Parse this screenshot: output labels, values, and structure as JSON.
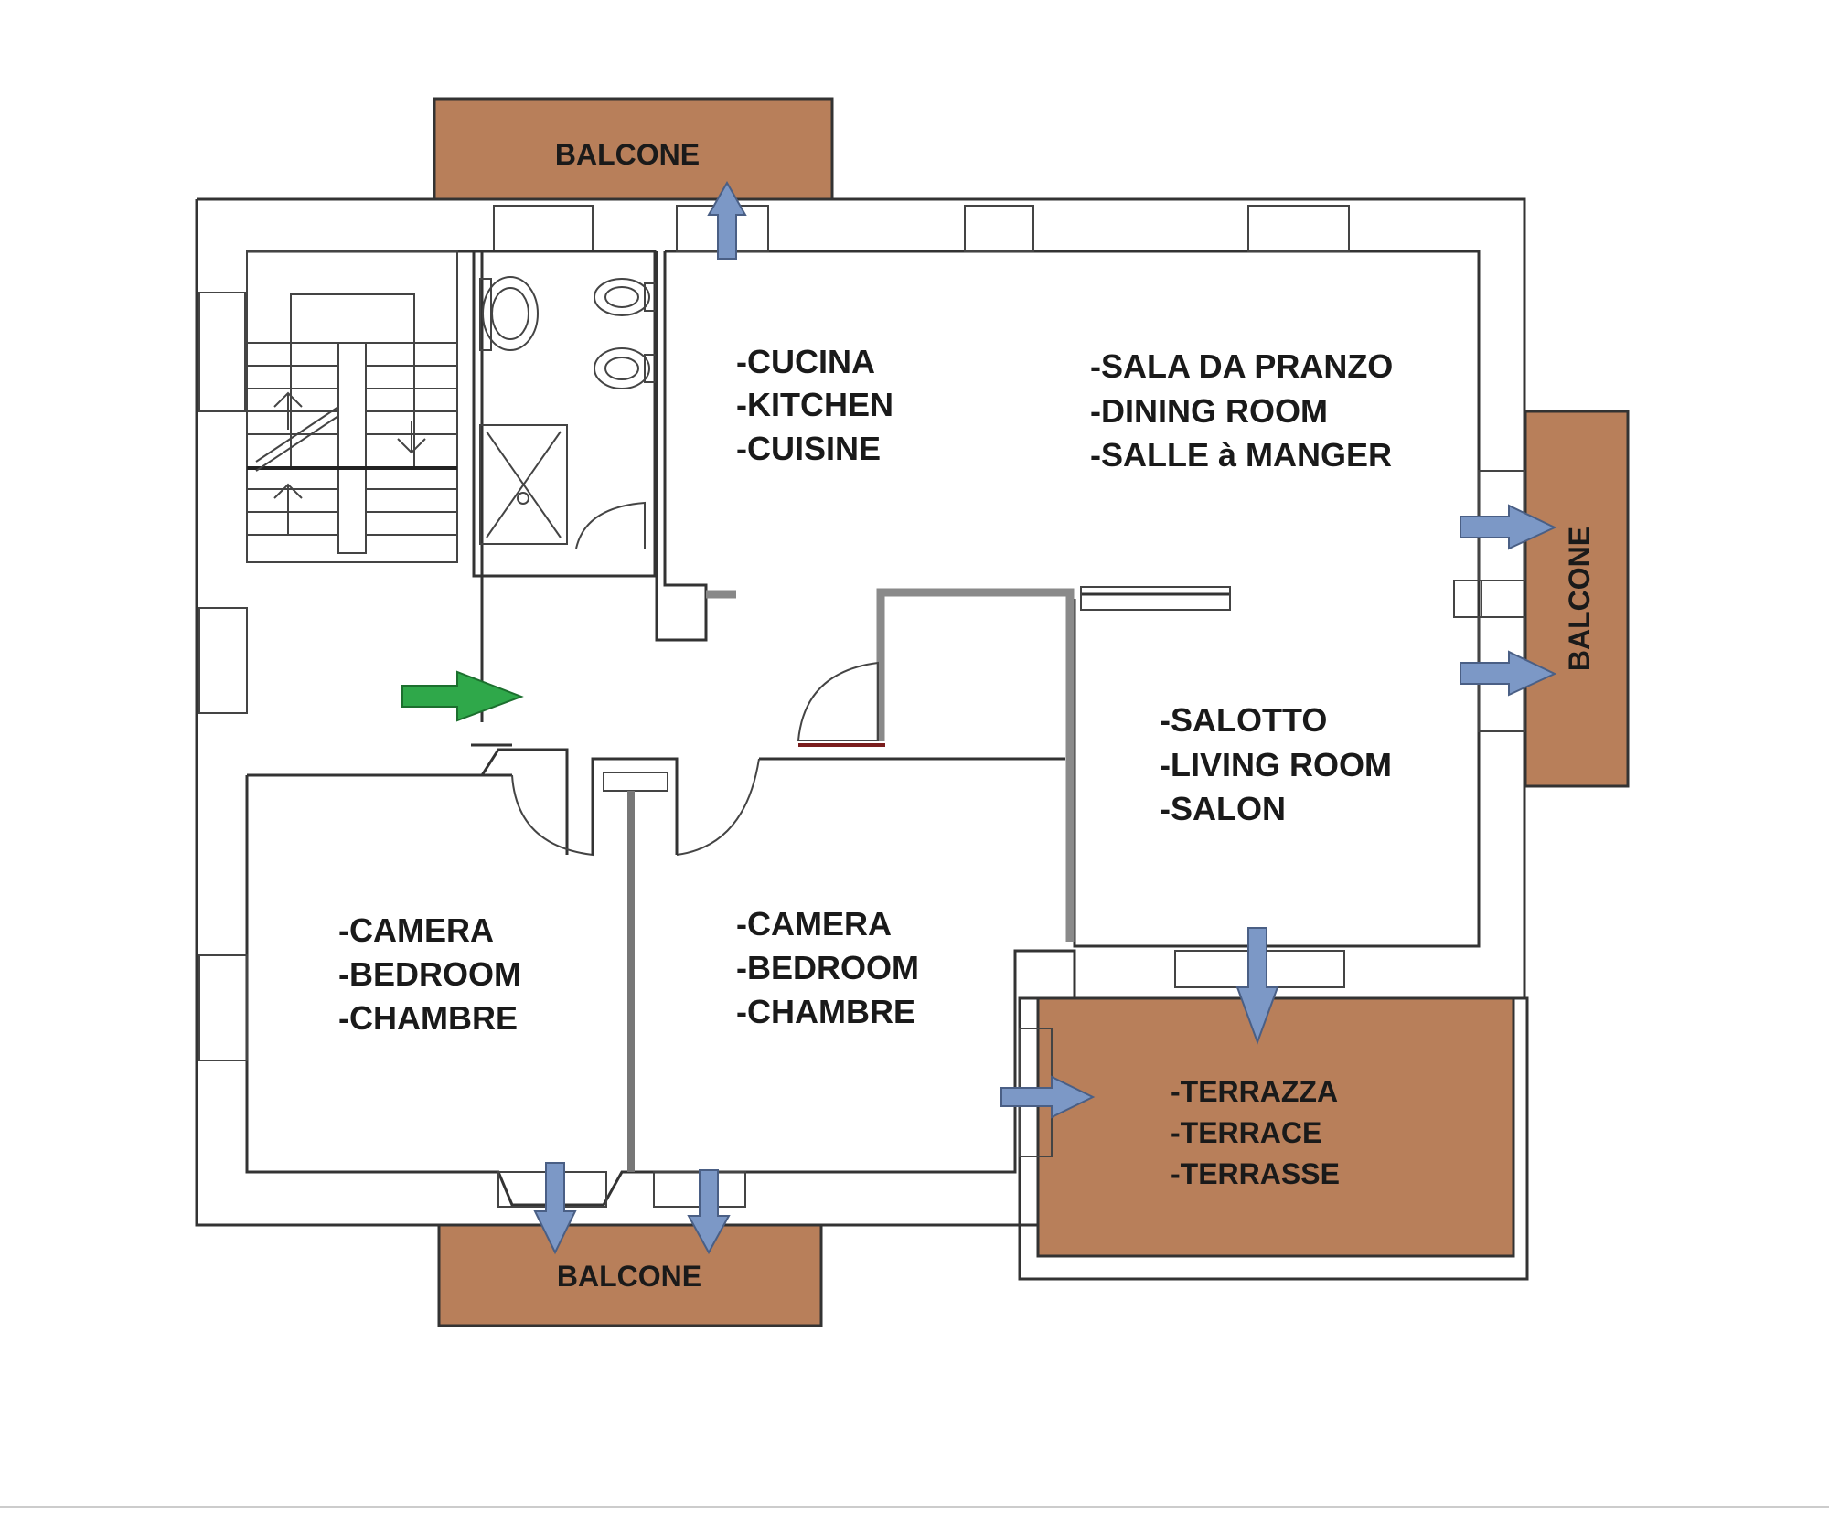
{
  "colors": {
    "balcony_fill": "#b87f5a",
    "exit_arrow": "#7c98c6",
    "entrance_arrow": "#2fa84a",
    "walls": "#333333"
  },
  "rooms": {
    "kitchen": [
      "-CUCINA",
      "-KITCHEN",
      "-CUISINE"
    ],
    "dining": [
      "-SALA DA PRANZO",
      "-DINING ROOM",
      "-SALLE à MANGER"
    ],
    "living": [
      "-SALOTTO",
      "-LIVING ROOM",
      "-SALON"
    ],
    "bedroom_left": [
      "-CAMERA",
      "-BEDROOM",
      "-CHAMBRE"
    ],
    "bedroom_right": [
      "-CAMERA",
      "-BEDROOM",
      "-CHAMBRE"
    ],
    "terrace": [
      "-TERRAZZA",
      "-TERRACE",
      "-TERRASSE"
    ]
  },
  "balconies": {
    "top": "BALCONE",
    "right": "BALCONE",
    "bottom": "BALCONE"
  },
  "icons": [
    "entrance-arrow-icon",
    "exit-arrow-icon",
    "staircase-icon",
    "shower-icon",
    "toilet-icon",
    "bidet-icon",
    "sink-icon",
    "door-swing-icon"
  ]
}
